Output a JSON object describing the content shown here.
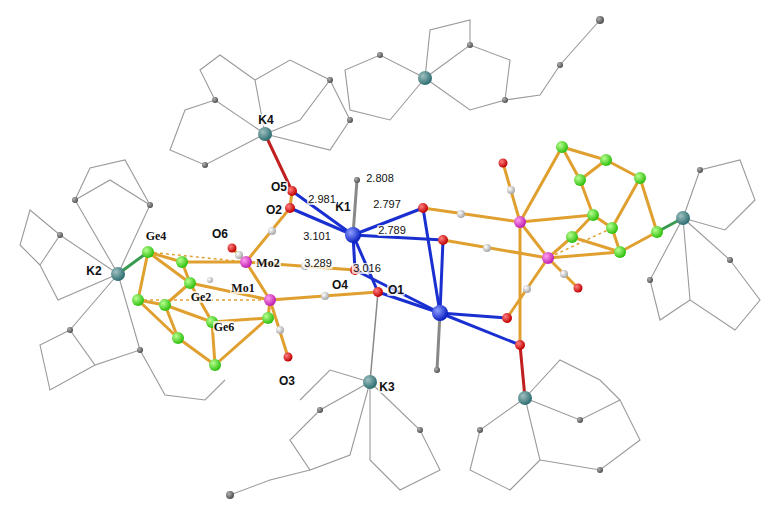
{
  "diagram": {
    "labels": [
      "K4",
      "O5",
      "2.808",
      "K1",
      "2.797",
      "2.981",
      "O2",
      "3.101",
      "2.789",
      "O6",
      "Mo2",
      "3.289",
      "3.016",
      "O4",
      "Ge4",
      "K2",
      "Mo1",
      "O1",
      "Ge2",
      "O3",
      "Ge6",
      "K3"
    ]
  }
}
